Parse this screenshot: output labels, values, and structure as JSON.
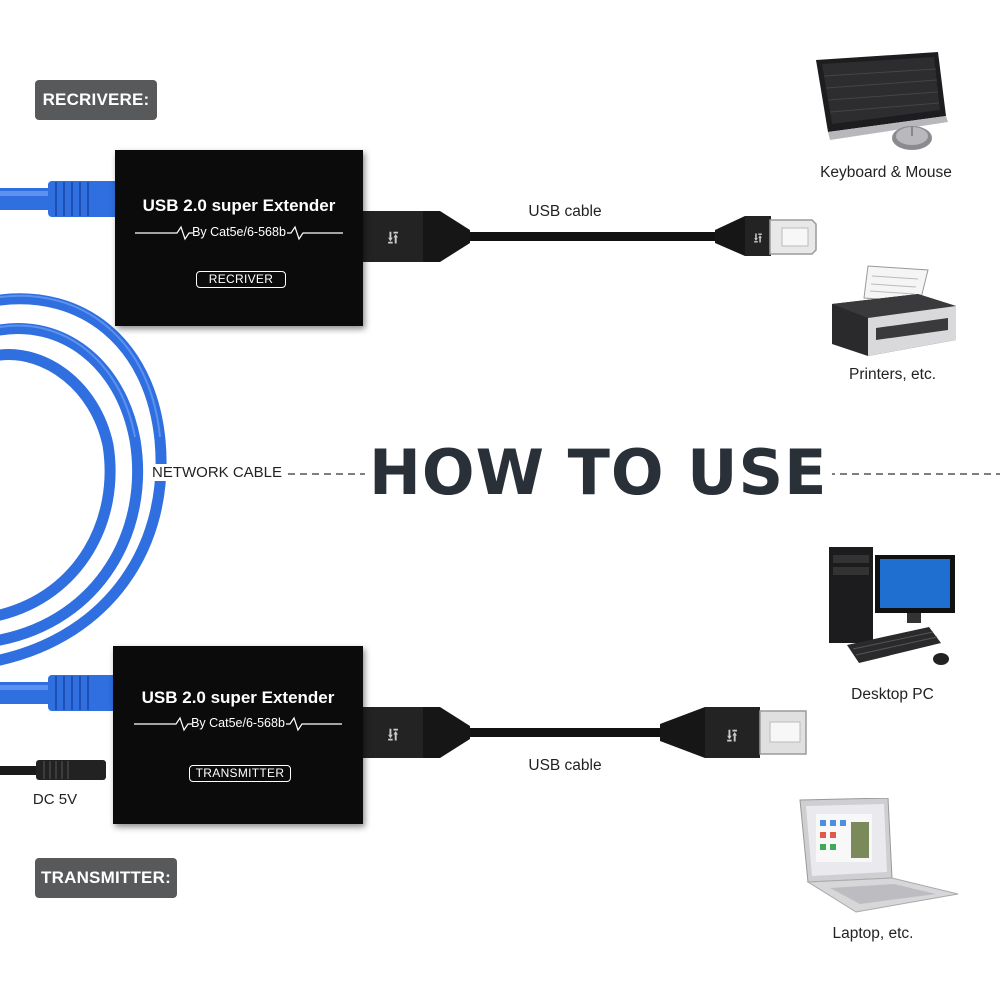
{
  "labels": {
    "receiver_tag": "RECRIVERE:",
    "transmitter_tag": "TRANSMITTER:",
    "headline": "HOW TO USE",
    "network_cable": "NETWORK CABLE",
    "dc_power": "DC 5V",
    "usb_cable_top": "USB cable",
    "usb_cable_bottom": "USB cable"
  },
  "receiver_box": {
    "title": "USB 2.0 super Extender",
    "subtitle": "By Cat5e/6-568b",
    "badge": "RECRIVER"
  },
  "transmitter_box": {
    "title": "USB 2.0 super Extender",
    "subtitle": "By Cat5e/6-568b",
    "badge": "TRANSMITTER"
  },
  "devices": [
    {
      "caption": "Keyboard & Mouse",
      "icon": "keyboard-mouse-icon"
    },
    {
      "caption": "Printers, etc.",
      "icon": "printer-icon"
    },
    {
      "caption": "Desktop PC",
      "icon": "desktop-pc-icon"
    },
    {
      "caption": "Laptop, etc.",
      "icon": "laptop-icon"
    }
  ],
  "colors": {
    "cable_blue": "#2f6fe0",
    "box_black": "#0b0b0b",
    "tag_gray": "#58595b",
    "headline": "#2a3038"
  }
}
